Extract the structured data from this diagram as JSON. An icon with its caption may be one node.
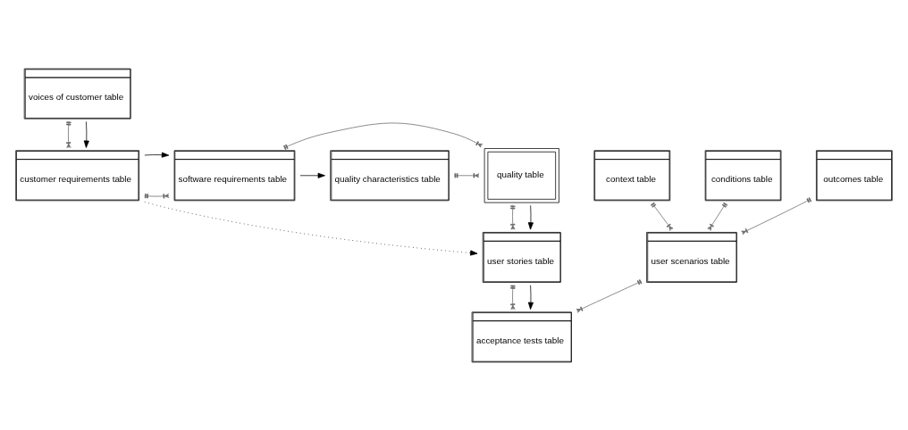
{
  "diagram": {
    "nodes": [
      {
        "text": [
          "voices of customer table"
        ]
      },
      {
        "text": [
          "quality characteristics table"
        ]
      },
      {
        "text": [
          "customer requirements table"
        ]
      },
      {
        "text": [
          "software requirements table"
        ]
      },
      {
        "text": [
          "quality table"
        ]
      },
      {
        "text": [
          "context table"
        ]
      },
      {
        "text": [
          "conditions table"
        ]
      },
      {
        "text": [
          "outcomes table"
        ]
      },
      {
        "text": [
          "user stories table"
        ]
      },
      {
        "text": [
          "user scenarios table"
        ]
      },
      {
        "text": [
          "acceptance tests table"
        ]
      }
    ],
    "edges": [
      {
        "from": 0,
        "to": 2,
        "arrow": "other"
      },
      {
        "from": 0,
        "to": 2,
        "arrow": "to",
        "color": "#000000"
      },
      {
        "from": 2,
        "to": 3,
        "arrow": "other"
      },
      {
        "from": 2,
        "to": 3,
        "arrow": "to",
        "color": "#000000"
      },
      {
        "from": 3,
        "to": 1,
        "arrow": "to",
        "color": "#000000"
      },
      {
        "from": 3,
        "to": 4,
        "arrow": "other"
      },
      {
        "from": 1,
        "to": 4,
        "arrow": "other"
      },
      {
        "from": 4,
        "to": 8,
        "arrow": "other"
      },
      {
        "from": 4,
        "to": 8,
        "arrow": "to",
        "color": "#000000"
      },
      {
        "from": 2,
        "to": 8,
        "arrow": "to",
        "style": "dashed",
        "color": "#000000"
      },
      {
        "from": 5,
        "to": 9,
        "arrow": "other"
      },
      {
        "from": 6,
        "to": 9,
        "arrow": "other"
      },
      {
        "from": 7,
        "to": 9,
        "arrow": "other"
      },
      {
        "from": 8,
        "to": 10,
        "arrow": "other"
      },
      {
        "from": 9,
        "to": 10,
        "arrow": "other"
      },
      {
        "from": 8,
        "to": 10,
        "arrow": "to",
        "color": "#000000"
      }
    ]
  }
}
